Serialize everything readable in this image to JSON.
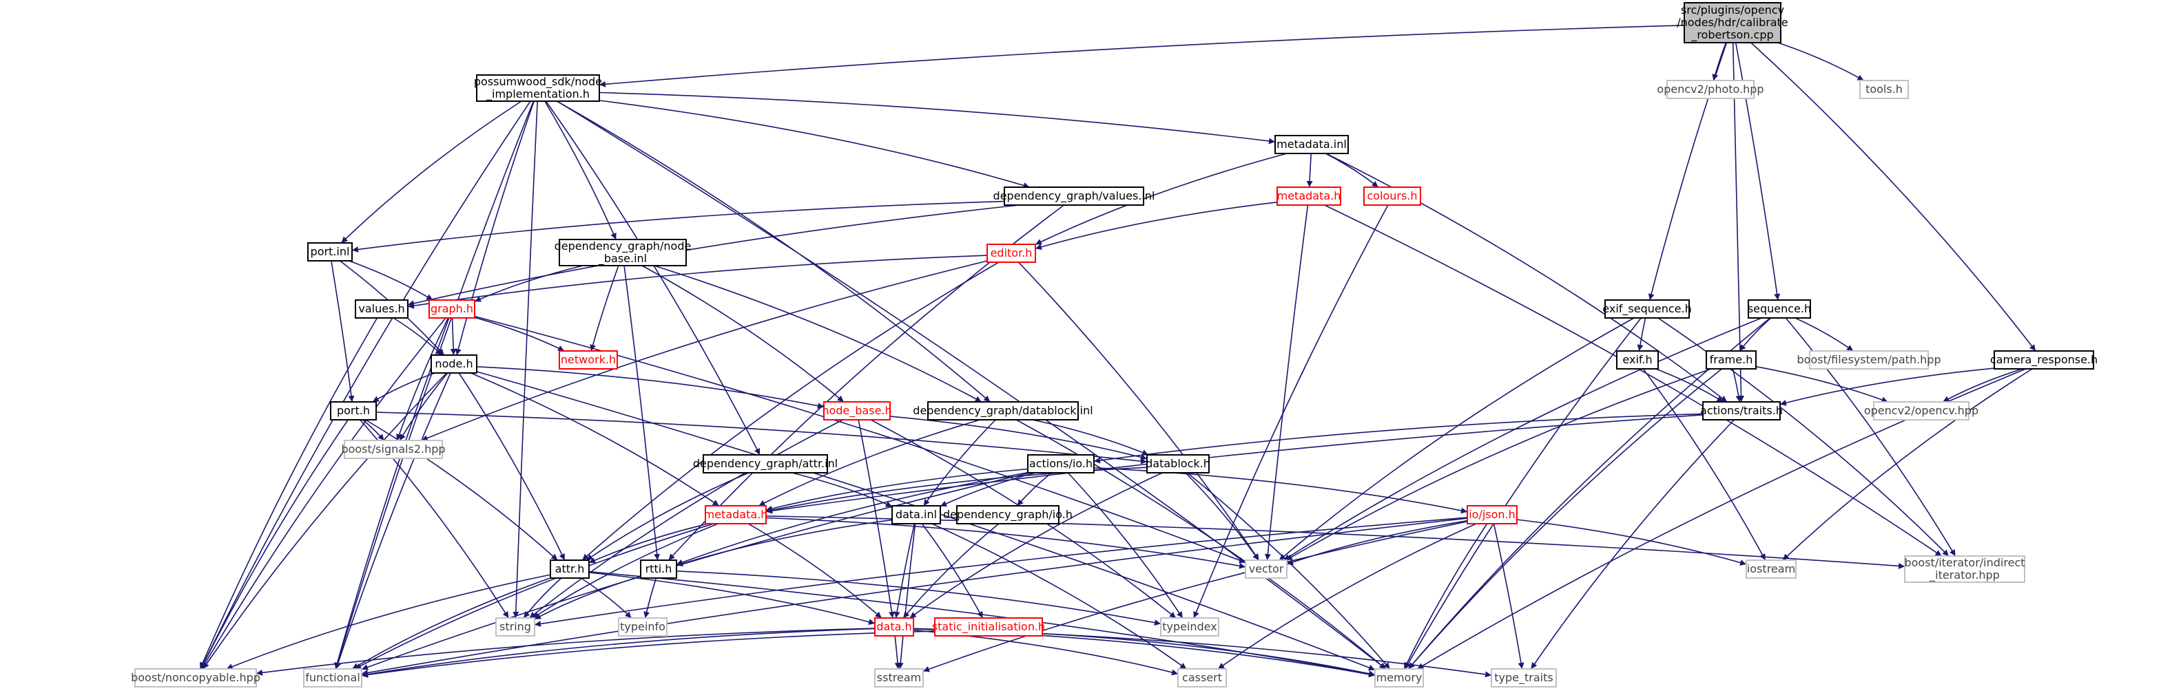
{
  "colors": {
    "edge": "#191970",
    "local_border": "#000000",
    "missing_border": "#c0c0c0",
    "error_border": "#ff0000",
    "root_fill": "#bfbfbf"
  },
  "nodes": {
    "root": {
      "label": [
        "src/plugins/opencv",
        "/nodes/hdr/calibrate",
        "_robertson.cpp"
      ],
      "kind": "root"
    },
    "node_impl": {
      "label": [
        "possumwood_sdk/node",
        "_implementation.h"
      ],
      "kind": "local"
    },
    "photo": {
      "label": [
        "opencv2/photo.hpp"
      ],
      "kind": "missing"
    },
    "tools": {
      "label": [
        "tools.h"
      ],
      "kind": "missing"
    },
    "metadata_inl": {
      "label": [
        "metadata.inl"
      ],
      "kind": "local"
    },
    "metadata_h_top": {
      "label": [
        "metadata.h"
      ],
      "kind": "error"
    },
    "colours": {
      "label": [
        "colours.h"
      ],
      "kind": "error"
    },
    "dg_values": {
      "label": [
        "dependency_graph/values.inl"
      ],
      "kind": "local"
    },
    "port_inl": {
      "label": [
        "port.inl"
      ],
      "kind": "local"
    },
    "dg_node_base": {
      "label": [
        "dependency_graph/node",
        "_base.inl"
      ],
      "kind": "local"
    },
    "editor": {
      "label": [
        "editor.h"
      ],
      "kind": "error"
    },
    "values_h": {
      "label": [
        "values.h"
      ],
      "kind": "local"
    },
    "graph_h": {
      "label": [
        "graph.h"
      ],
      "kind": "error"
    },
    "network_h": {
      "label": [
        "network.h"
      ],
      "kind": "error"
    },
    "exif_seq": {
      "label": [
        "exif_sequence.h"
      ],
      "kind": "local"
    },
    "sequence_h": {
      "label": [
        "sequence.h"
      ],
      "kind": "local"
    },
    "exif_h": {
      "label": [
        "exif.h"
      ],
      "kind": "local"
    },
    "frame_h": {
      "label": [
        "frame.h"
      ],
      "kind": "local"
    },
    "boost_fs": {
      "label": [
        "boost/filesystem/path.hpp"
      ],
      "kind": "missing"
    },
    "camera_resp": {
      "label": [
        "camera_response.h"
      ],
      "kind": "local"
    },
    "node_h": {
      "label": [
        "node.h"
      ],
      "kind": "local"
    },
    "port_h": {
      "label": [
        "port.h"
      ],
      "kind": "local"
    },
    "node_base": {
      "label": [
        "node_base.h"
      ],
      "kind": "error"
    },
    "dg_datablock_inl": {
      "label": [
        "dependency_graph/datablock.inl"
      ],
      "kind": "local"
    },
    "actions_traits": {
      "label": [
        "actions/traits.h"
      ],
      "kind": "local"
    },
    "opencv_hpp": {
      "label": [
        "opencv2/opencv.hpp"
      ],
      "kind": "missing"
    },
    "boost_signals": {
      "label": [
        "boost/signals2.hpp"
      ],
      "kind": "missing"
    },
    "dg_attr_inl": {
      "label": [
        "dependency_graph/attr.inl"
      ],
      "kind": "local"
    },
    "actions_io": {
      "label": [
        "actions/io.h"
      ],
      "kind": "local"
    },
    "datablock_h": {
      "label": [
        "datablock.h"
      ],
      "kind": "local"
    },
    "metadata_h": {
      "label": [
        "metadata.h"
      ],
      "kind": "error"
    },
    "data_inl": {
      "label": [
        "data.inl"
      ],
      "kind": "local"
    },
    "dg_io": {
      "label": [
        "dependency_graph/io.h"
      ],
      "kind": "local"
    },
    "io_json": {
      "label": [
        "io/json.h"
      ],
      "kind": "error"
    },
    "vector": {
      "label": [
        "vector"
      ],
      "kind": "missing"
    },
    "iostream": {
      "label": [
        "iostream"
      ],
      "kind": "missing"
    },
    "boost_iter": {
      "label": [
        "boost/iterator/indirect",
        "_iterator.hpp"
      ],
      "kind": "missing"
    },
    "attr_h": {
      "label": [
        "attr.h"
      ],
      "kind": "local"
    },
    "rtti_h": {
      "label": [
        "rtti.h"
      ],
      "kind": "local"
    },
    "string": {
      "label": [
        "string"
      ],
      "kind": "missing"
    },
    "typeinfo": {
      "label": [
        "typeinfo"
      ],
      "kind": "missing"
    },
    "data_h": {
      "label": [
        "data.h"
      ],
      "kind": "error"
    },
    "static_init": {
      "label": [
        "static_initialisation.h"
      ],
      "kind": "error"
    },
    "typeindex": {
      "label": [
        "typeindex"
      ],
      "kind": "missing"
    },
    "boost_noncopy": {
      "label": [
        "boost/noncopyable.hpp"
      ],
      "kind": "missing"
    },
    "functional": {
      "label": [
        "functional"
      ],
      "kind": "missing"
    },
    "sstream": {
      "label": [
        "sstream"
      ],
      "kind": "missing"
    },
    "cassert": {
      "label": [
        "cassert"
      ],
      "kind": "missing"
    },
    "type_traits": {
      "label": [
        "type_traits"
      ],
      "kind": "missing"
    },
    "memory": {
      "label": [
        "memory"
      ],
      "kind": "missing"
    }
  },
  "edges": [
    [
      "root",
      "node_impl"
    ],
    [
      "root",
      "photo"
    ],
    [
      "root",
      "tools"
    ],
    [
      "root",
      "exif_seq"
    ],
    [
      "root",
      "sequence_h"
    ],
    [
      "root",
      "camera_resp"
    ],
    [
      "root",
      "actions_traits"
    ],
    [
      "node_impl",
      "metadata_inl"
    ],
    [
      "node_impl",
      "dg_values"
    ],
    [
      "node_impl",
      "port_inl"
    ],
    [
      "node_impl",
      "dg_node_base"
    ],
    [
      "node_impl",
      "node_h"
    ],
    [
      "node_impl",
      "dg_datablock_inl"
    ],
    [
      "node_impl",
      "dg_attr_inl"
    ],
    [
      "node_impl",
      "string"
    ],
    [
      "node_impl",
      "functional"
    ],
    [
      "node_impl",
      "boost_noncopy"
    ],
    [
      "node_impl",
      "memory"
    ],
    [
      "metadata_inl",
      "metadata_h_top"
    ],
    [
      "metadata_inl",
      "colours"
    ],
    [
      "metadata_inl",
      "editor"
    ],
    [
      "metadata_inl",
      "actions_traits"
    ],
    [
      "metadata_h_top",
      "editor"
    ],
    [
      "metadata_h_top",
      "vector"
    ],
    [
      "metadata_h_top",
      "boost_iter"
    ],
    [
      "colours",
      "typeindex"
    ],
    [
      "dg_values",
      "port_inl"
    ],
    [
      "dg_values",
      "values_h"
    ],
    [
      "dg_values",
      "rtti_h"
    ],
    [
      "port_inl",
      "graph_h"
    ],
    [
      "port_inl",
      "node_h"
    ],
    [
      "port_inl",
      "port_h"
    ],
    [
      "dg_node_base",
      "graph_h"
    ],
    [
      "dg_node_base",
      "network_h"
    ],
    [
      "dg_node_base",
      "node_base"
    ],
    [
      "dg_node_base",
      "rtti_h"
    ],
    [
      "dg_node_base",
      "dg_datablock_inl"
    ],
    [
      "editor",
      "values_h"
    ],
    [
      "editor",
      "boost_signals"
    ],
    [
      "editor",
      "vector"
    ],
    [
      "editor",
      "attr_h"
    ],
    [
      "values_h",
      "node_h"
    ],
    [
      "values_h",
      "boost_noncopy"
    ],
    [
      "graph_h",
      "node_h"
    ],
    [
      "graph_h",
      "network_h"
    ],
    [
      "graph_h",
      "boost_signals"
    ],
    [
      "graph_h",
      "vector"
    ],
    [
      "graph_h",
      "functional"
    ],
    [
      "graph_h",
      "boost_noncopy"
    ],
    [
      "exif_seq",
      "exif_h"
    ],
    [
      "exif_seq",
      "vector"
    ],
    [
      "exif_seq",
      "memory"
    ],
    [
      "exif_seq",
      "boost_iter"
    ],
    [
      "exif_h",
      "actions_traits"
    ],
    [
      "exif_h",
      "iostream"
    ],
    [
      "sequence_h",
      "frame_h"
    ],
    [
      "sequence_h",
      "boost_fs"
    ],
    [
      "sequence_h",
      "vector"
    ],
    [
      "sequence_h",
      "memory"
    ],
    [
      "sequence_h",
      "boost_iter"
    ],
    [
      "frame_h",
      "actions_traits"
    ],
    [
      "frame_h",
      "opencv_hpp"
    ],
    [
      "frame_h",
      "vector"
    ],
    [
      "frame_h",
      "memory"
    ],
    [
      "camera_resp",
      "actions_traits"
    ],
    [
      "camera_resp",
      "opencv_hpp"
    ],
    [
      "camera_resp",
      "iostream"
    ],
    [
      "camera_resp",
      "memory"
    ],
    [
      "node_h",
      "port_h"
    ],
    [
      "node_h",
      "node_base"
    ],
    [
      "node_h",
      "boost_signals"
    ],
    [
      "node_h",
      "metadata_h"
    ],
    [
      "node_h",
      "attr_h"
    ],
    [
      "node_h",
      "functional"
    ],
    [
      "node_h",
      "boost_noncopy"
    ],
    [
      "node_h",
      "memory"
    ],
    [
      "port_h",
      "boost_signals"
    ],
    [
      "port_h",
      "attr_h"
    ],
    [
      "port_h",
      "string"
    ],
    [
      "port_h",
      "boost_noncopy"
    ],
    [
      "port_h",
      "datablock_h"
    ],
    [
      "node_base",
      "datablock_h"
    ],
    [
      "node_base",
      "data_h"
    ],
    [
      "node_base",
      "string"
    ],
    [
      "node_base",
      "typeindex"
    ],
    [
      "dg_datablock_inl",
      "datablock_h"
    ],
    [
      "dg_datablock_inl",
      "data_inl"
    ],
    [
      "dg_datablock_inl",
      "metadata_h"
    ],
    [
      "dg_datablock_inl",
      "memory"
    ],
    [
      "actions_traits",
      "actions_io"
    ],
    [
      "actions_traits",
      "metadata_h"
    ],
    [
      "actions_traits",
      "type_traits"
    ],
    [
      "dg_attr_inl",
      "data_inl"
    ],
    [
      "dg_attr_inl",
      "attr_h"
    ],
    [
      "actions_io",
      "data_inl"
    ],
    [
      "actions_io",
      "dg_io"
    ],
    [
      "actions_io",
      "io_json"
    ],
    [
      "actions_io",
      "metadata_h"
    ],
    [
      "actions_io",
      "rtti_h"
    ],
    [
      "actions_io",
      "functional"
    ],
    [
      "actions_io",
      "typeindex"
    ],
    [
      "datablock_h",
      "metadata_h"
    ],
    [
      "datablock_h",
      "data_h"
    ],
    [
      "datablock_h",
      "vector"
    ],
    [
      "datablock_h",
      "memory"
    ],
    [
      "metadata_h",
      "attr_h"
    ],
    [
      "metadata_h",
      "data_h"
    ],
    [
      "metadata_h",
      "string"
    ],
    [
      "metadata_h",
      "vector"
    ],
    [
      "metadata_h",
      "functional"
    ],
    [
      "metadata_h",
      "boost_iter"
    ],
    [
      "data_inl",
      "data_h"
    ],
    [
      "data_inl",
      "rtti_h"
    ],
    [
      "data_inl",
      "static_init"
    ],
    [
      "data_inl",
      "sstream"
    ],
    [
      "data_inl",
      "cassert"
    ],
    [
      "dg_io",
      "data_h"
    ],
    [
      "io_json",
      "vector"
    ],
    [
      "io_json",
      "iostream"
    ],
    [
      "io_json",
      "string"
    ],
    [
      "io_json",
      "memory"
    ],
    [
      "io_json",
      "functional"
    ],
    [
      "io_json",
      "sstream"
    ],
    [
      "io_json",
      "cassert"
    ],
    [
      "io_json",
      "type_traits"
    ],
    [
      "attr_h",
      "data_h"
    ],
    [
      "attr_h",
      "string"
    ],
    [
      "attr_h",
      "typeinfo"
    ],
    [
      "attr_h",
      "functional"
    ],
    [
      "attr_h",
      "memory"
    ],
    [
      "attr_h",
      "boost_noncopy"
    ],
    [
      "rtti_h",
      "string"
    ],
    [
      "rtti_h",
      "typeinfo"
    ],
    [
      "rtti_h",
      "typeindex"
    ],
    [
      "data_h",
      "memory"
    ],
    [
      "data_h",
      "functional"
    ],
    [
      "data_h",
      "sstream"
    ],
    [
      "data_h",
      "cassert"
    ],
    [
      "data_h",
      "type_traits"
    ],
    [
      "data_h",
      "boost_noncopy"
    ],
    [
      "static_init",
      "memory"
    ],
    [
      "static_init",
      "functional"
    ]
  ]
}
